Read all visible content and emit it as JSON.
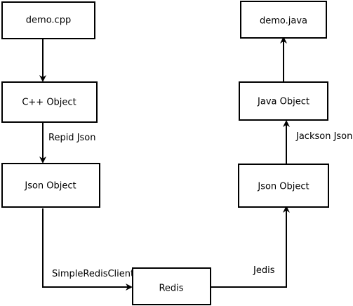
{
  "nodes": [
    {
      "id": "demo_cpp",
      "label": "demo.cpp"
    },
    {
      "id": "cpp_object",
      "label": "C++ Object"
    },
    {
      "id": "json_object_left",
      "label": "Json Object"
    },
    {
      "id": "redis",
      "label": "Redis"
    },
    {
      "id": "json_object_right",
      "label": "Json Object"
    },
    {
      "id": "java_object",
      "label": "Java Object"
    },
    {
      "id": "demo_java",
      "label": "demo.java"
    }
  ],
  "edges": [
    {
      "id": "cpp_to_object",
      "from": "demo_cpp",
      "to": "cpp_object",
      "label": ""
    },
    {
      "id": "object_to_json",
      "from": "cpp_object",
      "to": "json_object_left",
      "label": "Repid Json"
    },
    {
      "id": "json_to_redis",
      "from": "json_object_left",
      "to": "redis",
      "label": "SimpleRedisClient"
    },
    {
      "id": "redis_to_json",
      "from": "redis",
      "to": "json_object_right",
      "label": "Jedis"
    },
    {
      "id": "json_to_java",
      "from": "json_object_right",
      "to": "java_object",
      "label": "Jackson Json"
    },
    {
      "id": "java_to_demo",
      "from": "java_object",
      "to": "demo_java",
      "label": ""
    }
  ],
  "colors": {
    "stroke": "#000000",
    "fill": "#ffffff",
    "text": "#000000"
  }
}
